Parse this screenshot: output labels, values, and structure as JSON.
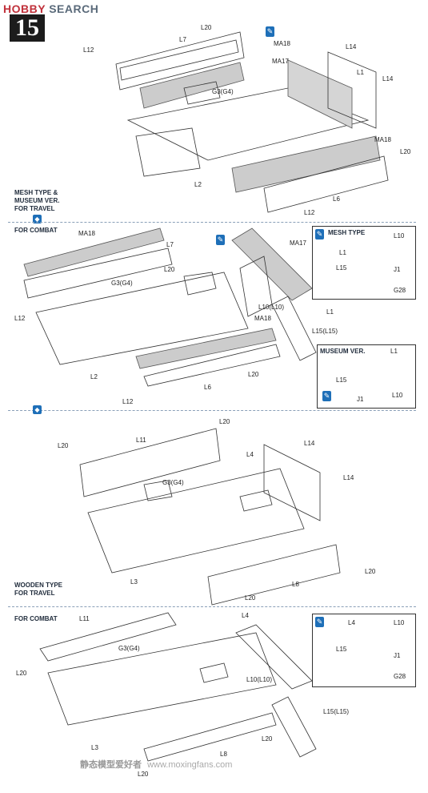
{
  "header": {
    "logo_hobby": "HOBBY",
    "logo_search": "SEARCH",
    "step_number": "15"
  },
  "sections": {
    "mesh_travel": "MESH TYPE &\nMUSEUM VER.\nFOR TRAVEL",
    "combat_1": "FOR COMBAT",
    "wooden_travel": "WOODEN TYPE\nFOR TRAVEL",
    "combat_2": "FOR COMBAT"
  },
  "insets": {
    "mesh_type": "MESH TYPE",
    "museum_ver": "MUSEUM VER."
  },
  "labels": {
    "s1": [
      "L20",
      "L7",
      "MA18",
      "L12",
      "MA17",
      "L14",
      "L1",
      "L14",
      "G3(G4)",
      "MA18",
      "L20",
      "L2",
      "L6",
      "L12"
    ],
    "s2": [
      "MA18",
      "L7",
      "L20",
      "MA17",
      "G3(G4)",
      "L12",
      "L10(L10)",
      "L1",
      "MA18",
      "L15(L15)",
      "L20",
      "L2",
      "L6",
      "L12"
    ],
    "s2_inset_mesh": [
      "L1",
      "L10",
      "L15",
      "J1",
      "G28"
    ],
    "s2_inset_museum": [
      "L1",
      "L15",
      "L10",
      "J1"
    ],
    "s3": [
      "L20",
      "L20",
      "L11",
      "L4",
      "L14",
      "G3(G4)",
      "L14",
      "L20",
      "L3",
      "L8",
      "L20"
    ],
    "s4": [
      "L11",
      "L4",
      "G3(G4)",
      "L20",
      "L10(L10)",
      "L15(L15)",
      "L3",
      "L20",
      "L8",
      "L20"
    ],
    "s4_inset": [
      "L4",
      "L10",
      "L15",
      "J1",
      "G28"
    ]
  },
  "watermark": {
    "text": "静态模型爱好者",
    "url": "www.moxingfans.com"
  }
}
